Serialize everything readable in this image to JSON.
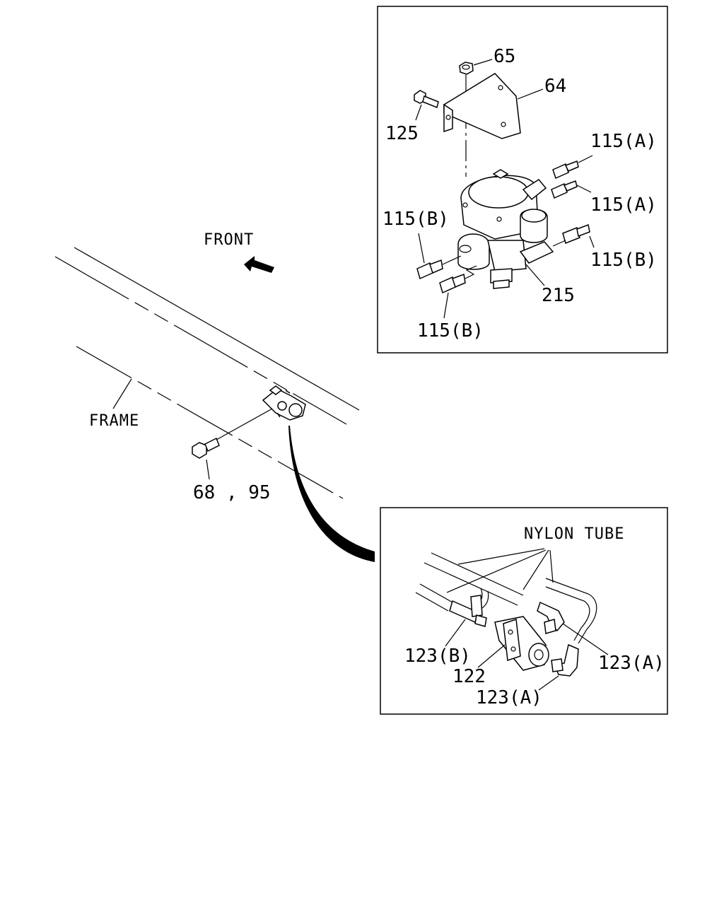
{
  "labels": {
    "front": "FRONT",
    "frame": "FRAME",
    "bolt": "68 , 95",
    "nylon_tube": "NYLON TUBE",
    "p65": "65",
    "p64": "64",
    "p125": "125",
    "p115a_1": "115(A)",
    "p115a_2": "115(A)",
    "p115b_left": "115(B)",
    "p115b_right": "115(B)",
    "p115b_bottom": "115(B)",
    "p215": "215",
    "p123b": "123(B)",
    "p122": "122",
    "p123a_right": "123(A)",
    "p123a_bottom": "123(A)"
  }
}
